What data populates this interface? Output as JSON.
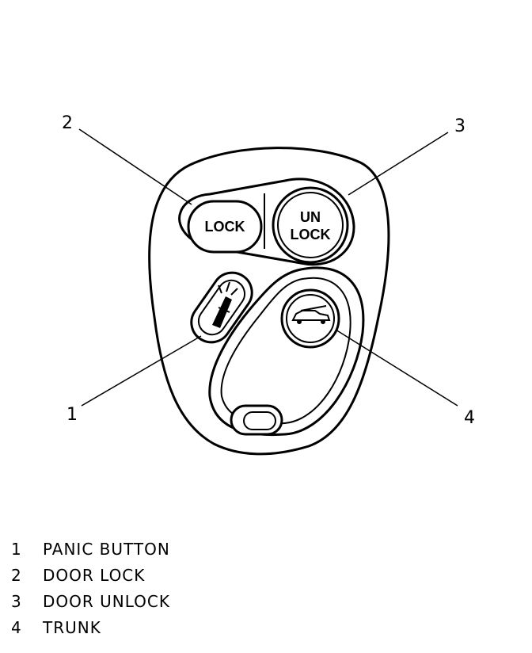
{
  "fob": {
    "lock_label": "LOCK",
    "unlock_line1": "UN",
    "unlock_line2": "LOCK"
  },
  "callouts": [
    "1",
    "2",
    "3",
    "4"
  ],
  "legend": [
    {
      "num": "1",
      "label": "PANIC BUTTON"
    },
    {
      "num": "2",
      "label": "DOOR LOCK"
    },
    {
      "num": "3",
      "label": "DOOR UNLOCK"
    },
    {
      "num": "4",
      "label": "TRUNK"
    }
  ]
}
